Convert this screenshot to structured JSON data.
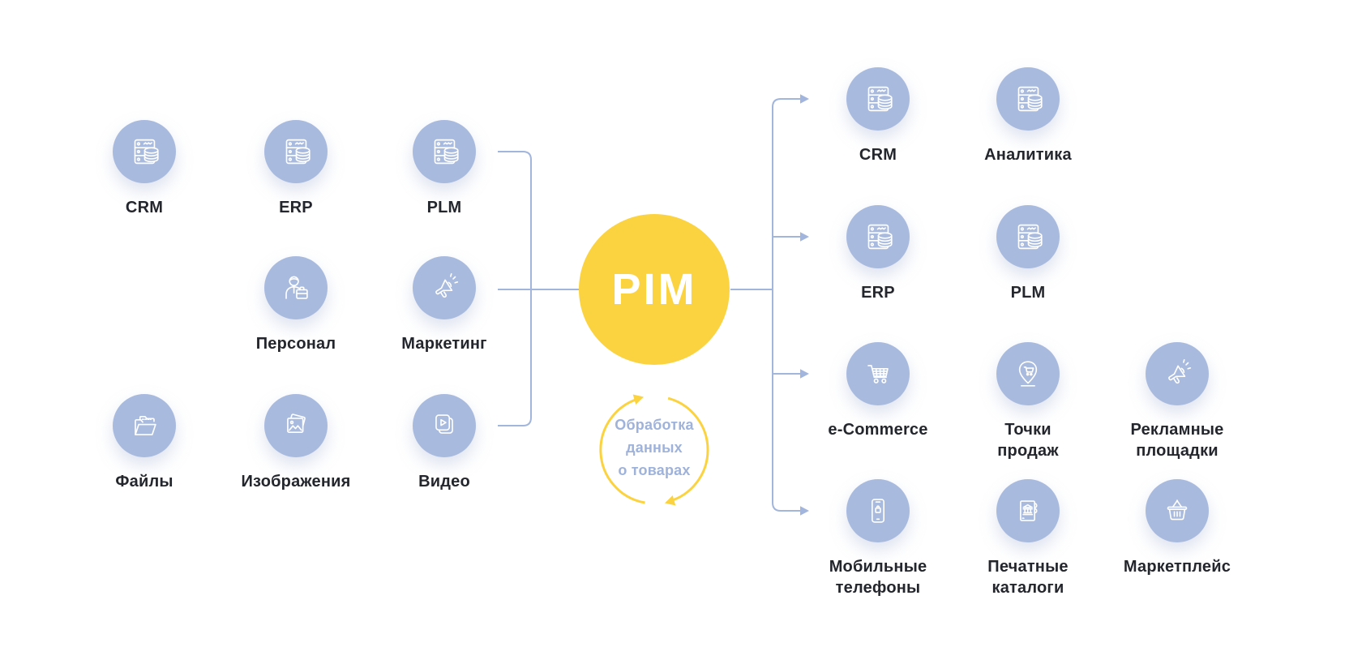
{
  "pim": {
    "label": "PIM"
  },
  "cycle": {
    "caption": "Обработка\nданных\nо товарах"
  },
  "sources": [
    {
      "label": "CRM",
      "icon": "server-database-icon"
    },
    {
      "label": "ERP",
      "icon": "server-database-icon"
    },
    {
      "label": "PLM",
      "icon": "server-database-icon"
    },
    {
      "label": "Персонал",
      "icon": "person-briefcase-icon"
    },
    {
      "label": "Маркетинг",
      "icon": "megaphone-icon"
    },
    {
      "label": "Файлы",
      "icon": "folder-icon"
    },
    {
      "label": "Изображения",
      "icon": "images-icon"
    },
    {
      "label": "Видео",
      "icon": "video-icon"
    }
  ],
  "outputs": [
    {
      "label": "CRM",
      "icon": "server-database-icon"
    },
    {
      "label": "Аналитика",
      "icon": "server-database-icon"
    },
    {
      "label": "ERP",
      "icon": "server-database-icon"
    },
    {
      "label": "PLM",
      "icon": "server-database-icon"
    },
    {
      "label": "e-Commerce",
      "icon": "shopping-cart-icon"
    },
    {
      "label": "Точки\nпродаж",
      "icon": "location-pin-cart-icon"
    },
    {
      "label": "Рекламные\nплощадки",
      "icon": "megaphone-icon"
    },
    {
      "label": "Мобильные\nтелефоны",
      "icon": "smartphone-shopping-icon"
    },
    {
      "label": "Печатные\nкаталоги",
      "icon": "catalog-book-icon"
    },
    {
      "label": "Маркетплейс",
      "icon": "basket-icon"
    }
  ],
  "colors": {
    "background": "#ffffff",
    "node_circle": "#a9badf",
    "pim_yellow": "#fbd341",
    "connector_blue": "#a2b5dc",
    "label_text": "#24262e",
    "cycle_caption_text": "#9fb2da",
    "icon_stroke": "#ffffff"
  }
}
